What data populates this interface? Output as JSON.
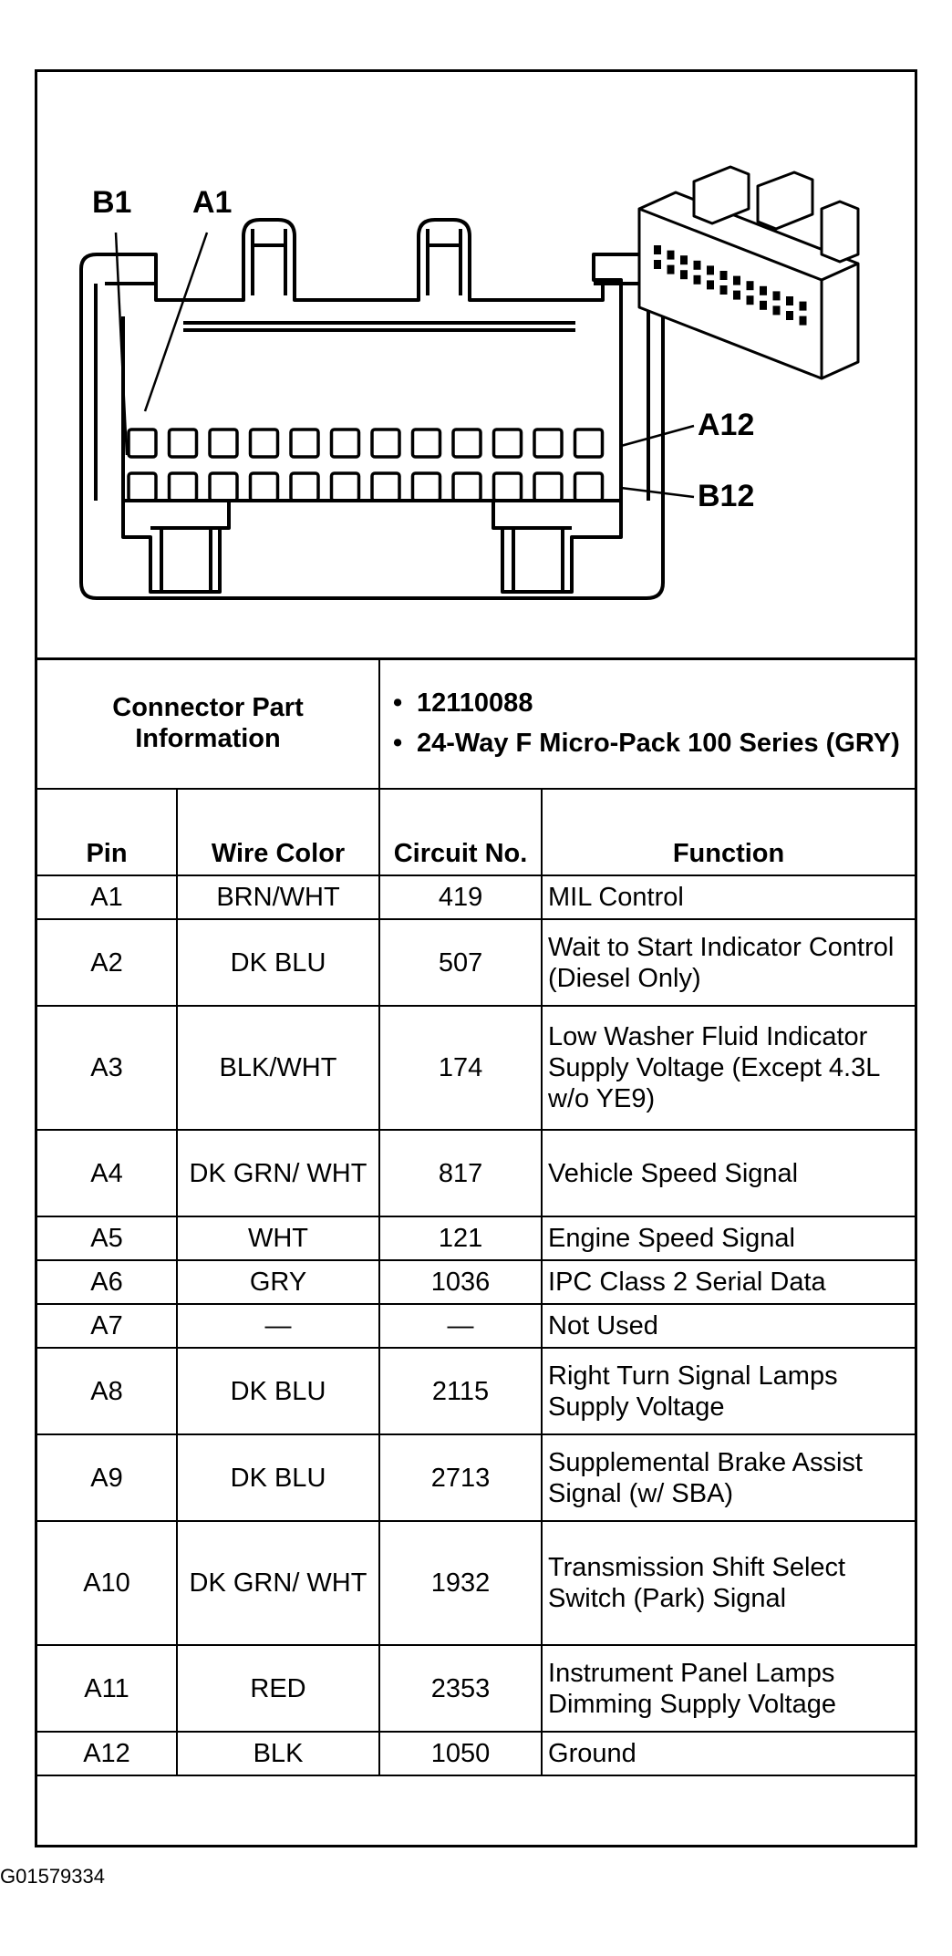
{
  "diagram": {
    "labels": {
      "b1": "B1",
      "a1": "A1",
      "a12": "A12",
      "b12": "B12"
    }
  },
  "connector_info": {
    "label": "Connector Part Information",
    "items": [
      "12110088",
      "24-Way F Micro-Pack 100 Series (GRY)"
    ]
  },
  "table": {
    "headers": {
      "pin": "Pin",
      "wire_color": "Wire Color",
      "circuit": "Circuit No.",
      "function": "Function"
    },
    "rows": [
      {
        "pin": "A1",
        "color": "BRN/WHT",
        "circuit": "419",
        "function": "MIL Control"
      },
      {
        "pin": "A2",
        "color": "DK BLU",
        "circuit": "507",
        "function": "Wait to Start Indicator Control (Diesel Only)"
      },
      {
        "pin": "A3",
        "color": "BLK/WHT",
        "circuit": "174",
        "function": "Low Washer Fluid Indicator Supply Voltage (Except 4.3L w/o YE9)"
      },
      {
        "pin": "A4",
        "color": "DK GRN/ WHT",
        "circuit": "817",
        "function": "Vehicle Speed Signal"
      },
      {
        "pin": "A5",
        "color": "WHT",
        "circuit": "121",
        "function": "Engine Speed Signal"
      },
      {
        "pin": "A6",
        "color": "GRY",
        "circuit": "1036",
        "function": "IPC Class 2 Serial Data"
      },
      {
        "pin": "A7",
        "color": "—",
        "circuit": "—",
        "function": "Not Used"
      },
      {
        "pin": "A8",
        "color": "DK BLU",
        "circuit": "2115",
        "function": "Right Turn Signal Lamps Supply Voltage"
      },
      {
        "pin": "A9",
        "color": "DK BLU",
        "circuit": "2713",
        "function": "Supplemental Brake Assist Signal (w/ SBA)"
      },
      {
        "pin": "A10",
        "color": "DK GRN/ WHT",
        "circuit": "1932",
        "function": "Transmission Shift Select Switch (Park) Signal"
      },
      {
        "pin": "A11",
        "color": "RED",
        "circuit": "2353",
        "function": "Instrument Panel Lamps Dimming Supply Voltage"
      },
      {
        "pin": "A12",
        "color": "BLK",
        "circuit": "1050",
        "function": "Ground"
      }
    ]
  },
  "footer": {
    "code": "G01579334"
  }
}
